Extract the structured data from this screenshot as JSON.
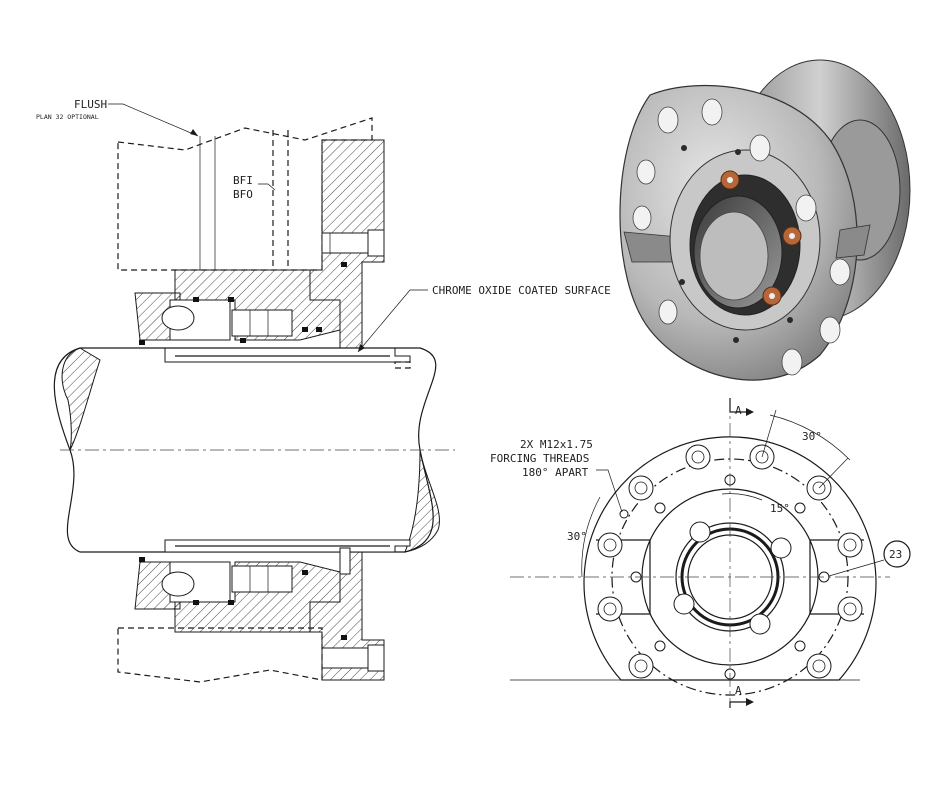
{
  "labels": {
    "flush": "FLUSH",
    "plan": "PLAN 32 OPTIONAL",
    "bfi": "BFI",
    "bfo": "BFO",
    "chrome": "CHROME OXIDE COATED SURFACE",
    "forcing_line1": "2X M12x1.75",
    "forcing_line2": "FORCING THREADS",
    "forcing_line3": "180° APART",
    "angle_top": "30°",
    "angle_inner": "15°",
    "angle_left": "30°",
    "balloon": "23",
    "section_top": "A",
    "section_bottom": "A"
  },
  "colors": {
    "line": "#1a1a1a",
    "metal_light": "#d9d9d9",
    "metal_mid": "#a9a9a9",
    "metal_dark": "#6f6f6f",
    "copper": "#b5673a"
  }
}
